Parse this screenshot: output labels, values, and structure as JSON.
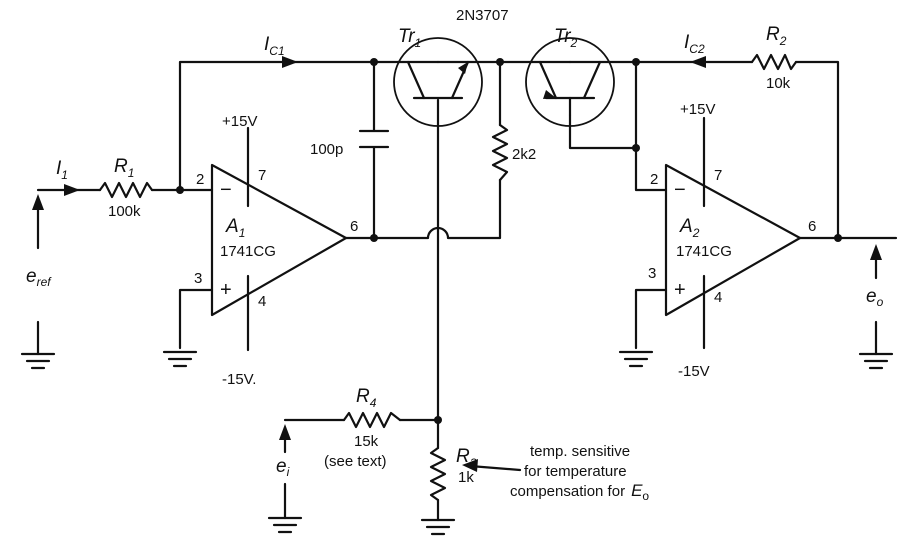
{
  "labels": {
    "part_number": "2N3707",
    "tr1": "Tr",
    "tr1_sub": "1",
    "tr2": "Tr",
    "tr2_sub": "2",
    "ic1": "I",
    "ic1_sub": "C1",
    "ic2": "I",
    "ic2_sub": "C2",
    "r2": "R",
    "r2_sub": "2",
    "r2_value": "10k",
    "i1": "I",
    "i1_sub": "1",
    "r1": "R",
    "r1_sub": "1",
    "r1_value": "100k",
    "cap_value": "100p",
    "res_2k2": "2k2",
    "a1": "A",
    "a1_sub": "1",
    "a1_part": "1741CG",
    "a2": "A",
    "a2_sub": "2",
    "a2_part": "1741CG",
    "a1_pos_supply": "+15V",
    "a1_neg_supply": "-15V.",
    "a2_pos_supply": "+15V",
    "a2_neg_supply": "-15V",
    "a1_pin2": "2",
    "a1_pin3": "3",
    "a1_pin4": "4",
    "a1_pin6": "6",
    "a1_pin7": "7",
    "a2_pin2": "2",
    "a2_pin3": "3",
    "a2_pin4": "4",
    "a2_pin6": "6",
    "a2_pin7": "7",
    "a1_minus": "−",
    "a1_plus": "+",
    "a2_minus": "−",
    "a2_plus": "+",
    "eref": "e",
    "eref_sub": "ref",
    "eo": "e",
    "eo_sub": "o",
    "ei": "e",
    "ei_sub": "i",
    "r4": "R",
    "r4_sub": "4",
    "r4_value": "15k",
    "r4_note": "(see text)",
    "r3": "R",
    "r3_sub": "3",
    "r3_value": "1k",
    "note_line1": "temp. sensitive",
    "note_line2": "for temperature",
    "note_line3": "compensation for",
    "note_eo": "E",
    "note_eo_sub": "o"
  }
}
